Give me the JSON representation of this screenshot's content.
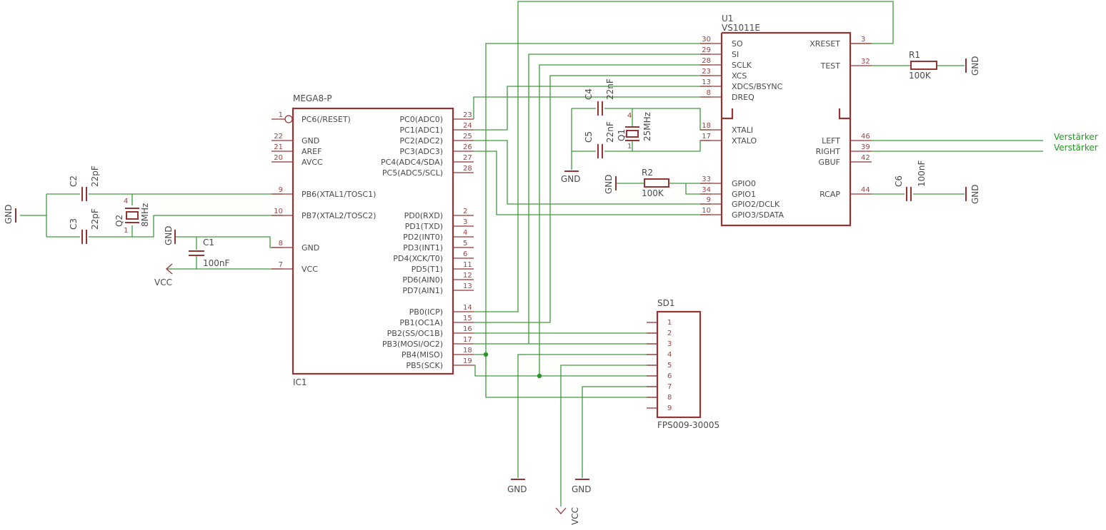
{
  "ic1": {
    "name": "IC1",
    "value": "MEGA8-P",
    "pins_left": [
      {
        "num": "1",
        "name": "PC6(/RESET)"
      },
      {
        "num": "22",
        "name": "GND"
      },
      {
        "num": "21",
        "name": "AREF"
      },
      {
        "num": "20",
        "name": "AVCC"
      },
      {
        "num": "9",
        "name": "PB6(XTAL1/TOSC1)"
      },
      {
        "num": "10",
        "name": "PB7(XTAL2/TOSC2)"
      },
      {
        "num": "8",
        "name": "GND"
      },
      {
        "num": "7",
        "name": "VCC"
      }
    ],
    "pins_right": [
      {
        "num": "23",
        "name": "PC0(ADC0)"
      },
      {
        "num": "24",
        "name": "PC1(ADC1)"
      },
      {
        "num": "25",
        "name": "PC2(ADC2)"
      },
      {
        "num": "26",
        "name": "PC3(ADC3)"
      },
      {
        "num": "27",
        "name": "PC4(ADC4/SDA)"
      },
      {
        "num": "28",
        "name": "PC5(ADC5/SCL)"
      },
      {
        "num": "2",
        "name": "PD0(RXD)"
      },
      {
        "num": "3",
        "name": "PD1(TXD)"
      },
      {
        "num": "4",
        "name": "PD2(INT0)"
      },
      {
        "num": "5",
        "name": "PD3(INT1)"
      },
      {
        "num": "6",
        "name": "PD4(XCK/T0)"
      },
      {
        "num": "11",
        "name": "PD5(T1)"
      },
      {
        "num": "12",
        "name": "PD6(AIN0)"
      },
      {
        "num": "13",
        "name": "PD7(AIN1)"
      },
      {
        "num": "14",
        "name": "PB0(ICP)"
      },
      {
        "num": "15",
        "name": "PB1(OC1A)"
      },
      {
        "num": "16",
        "name": "PB2(SS/OC1B)"
      },
      {
        "num": "17",
        "name": "PB3(MOSI/OC2)"
      },
      {
        "num": "18",
        "name": "PB4(MISO)"
      },
      {
        "num": "19",
        "name": "PB5(SCK)"
      }
    ]
  },
  "u1": {
    "name": "U1",
    "value": "VS1011E",
    "pins_left": [
      {
        "num": "30",
        "name": "SO"
      },
      {
        "num": "29",
        "name": "SI"
      },
      {
        "num": "28",
        "name": "SCLK"
      },
      {
        "num": "23",
        "name": "XCS"
      },
      {
        "num": "13",
        "name": "XDCS/BSYNC"
      },
      {
        "num": "8",
        "name": "DREQ"
      },
      {
        "num": "18",
        "name": "XTALI"
      },
      {
        "num": "17",
        "name": "XTALO"
      },
      {
        "num": "33",
        "name": "GPIO0"
      },
      {
        "num": "34",
        "name": "GPIO1"
      },
      {
        "num": "9",
        "name": "GPIO2/DCLK"
      },
      {
        "num": "10",
        "name": "GPIO3/SDATA"
      }
    ],
    "pins_right": [
      {
        "num": "3",
        "name": "XRESET"
      },
      {
        "num": "32",
        "name": "TEST"
      },
      {
        "num": "46",
        "name": "LEFT"
      },
      {
        "num": "39",
        "name": "RIGHT"
      },
      {
        "num": "42",
        "name": "GBUF"
      },
      {
        "num": "44",
        "name": "RCAP"
      }
    ]
  },
  "sd1": {
    "name": "SD1",
    "value": "FPS009-30005",
    "pins": [
      "1",
      "2",
      "3",
      "4",
      "5",
      "6",
      "7",
      "8",
      "9"
    ]
  },
  "parts": {
    "c1": {
      "name": "C1",
      "value": "100nF"
    },
    "c2": {
      "name": "C2",
      "value": "22pF"
    },
    "c3": {
      "name": "C3",
      "value": "22pF"
    },
    "c4": {
      "name": "C4",
      "value": "22nF"
    },
    "c5": {
      "name": "C5",
      "value": "22nF"
    },
    "c6": {
      "name": "C6",
      "value": "100nF"
    },
    "q1": {
      "name": "Q1",
      "value": "25MHz",
      "pin_a": "4",
      "pin_b": "1"
    },
    "q2": {
      "name": "Q2",
      "value": "8MHz",
      "pin_a": "4",
      "pin_b": "1"
    },
    "r1": {
      "name": "R1",
      "value": "100K"
    },
    "r2": {
      "name": "R2",
      "value": "100K"
    }
  },
  "supplies": {
    "gnd": "GND",
    "vcc": "VCC"
  },
  "signals": {
    "left": "Verstärker",
    "right": "Verstärker"
  },
  "colors": {
    "component": "#963434",
    "wire": "#3e9a3e",
    "text": "#4a4a4a",
    "signal_label": "#1f9a1f"
  }
}
